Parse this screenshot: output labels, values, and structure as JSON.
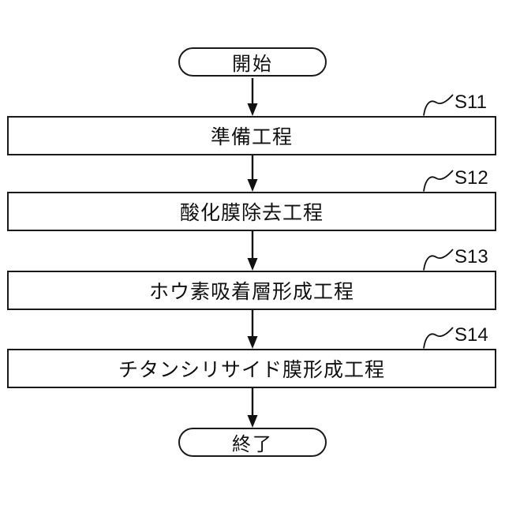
{
  "diagram": {
    "type": "flowchart",
    "start": {
      "label": "開始"
    },
    "end": {
      "label": "終了"
    },
    "steps": [
      {
        "ref": "S11",
        "label": "準備工程"
      },
      {
        "ref": "S12",
        "label": "酸化膜除去工程"
      },
      {
        "ref": "S13",
        "label": "ホウ素吸着層形成工程"
      },
      {
        "ref": "S14",
        "label": "チタンシリサイド膜形成工程"
      }
    ]
  }
}
